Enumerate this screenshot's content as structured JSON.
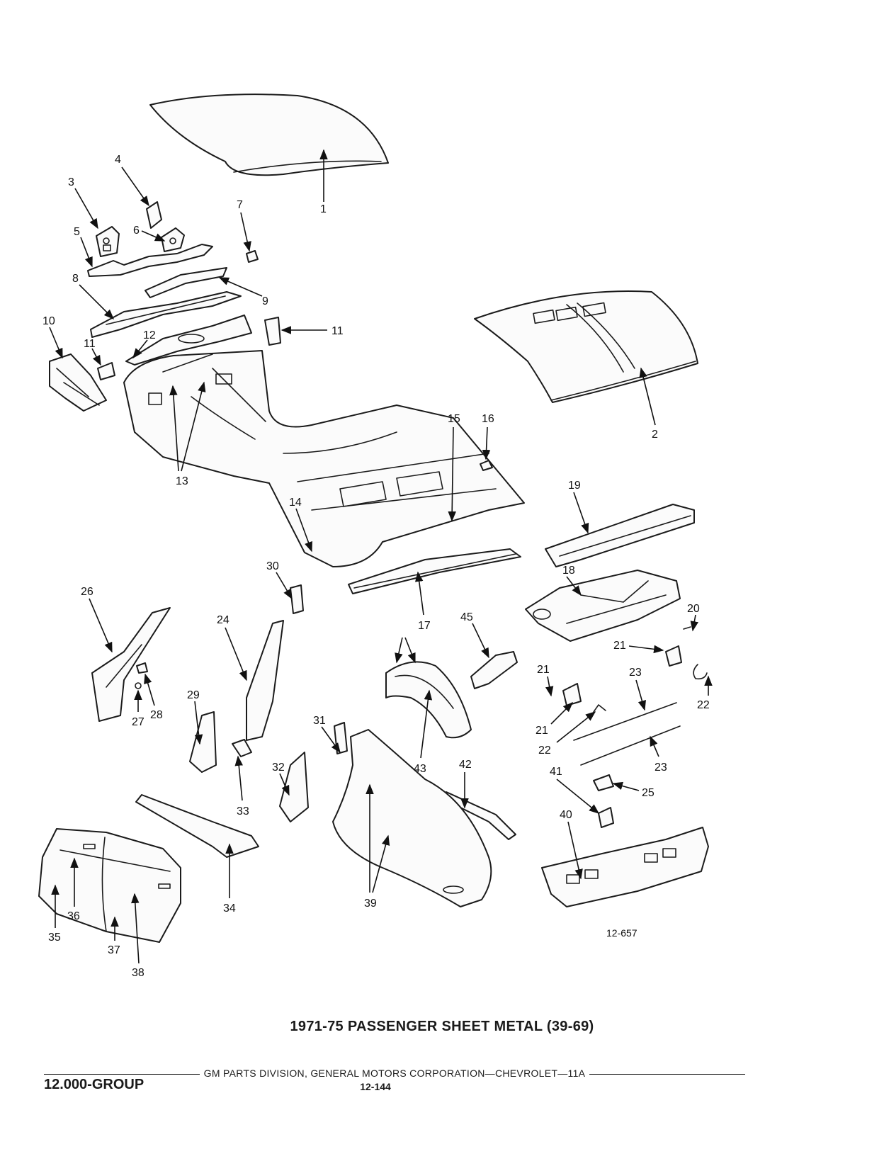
{
  "figure": {
    "reference": "12-657",
    "callouts": [
      "1",
      "2",
      "3",
      "4",
      "5",
      "6",
      "7",
      "8",
      "9",
      "10",
      "11",
      "12",
      "13",
      "14",
      "15",
      "16",
      "17",
      "18",
      "19",
      "20",
      "21",
      "22",
      "23",
      "24",
      "25",
      "26",
      "27",
      "28",
      "29",
      "30",
      "31",
      "32",
      "33",
      "34",
      "35",
      "36",
      "37",
      "38",
      "39",
      "40",
      "41",
      "42",
      "43",
      "45"
    ]
  },
  "caption": "1971-75 PASSENGER SHEET METAL (39-69)",
  "footer": {
    "text": "GM PARTS DIVISION, GENERAL MOTORS CORPORATION—CHEVROLET—11A",
    "group": "12.000-GROUP",
    "page": "12-144"
  }
}
